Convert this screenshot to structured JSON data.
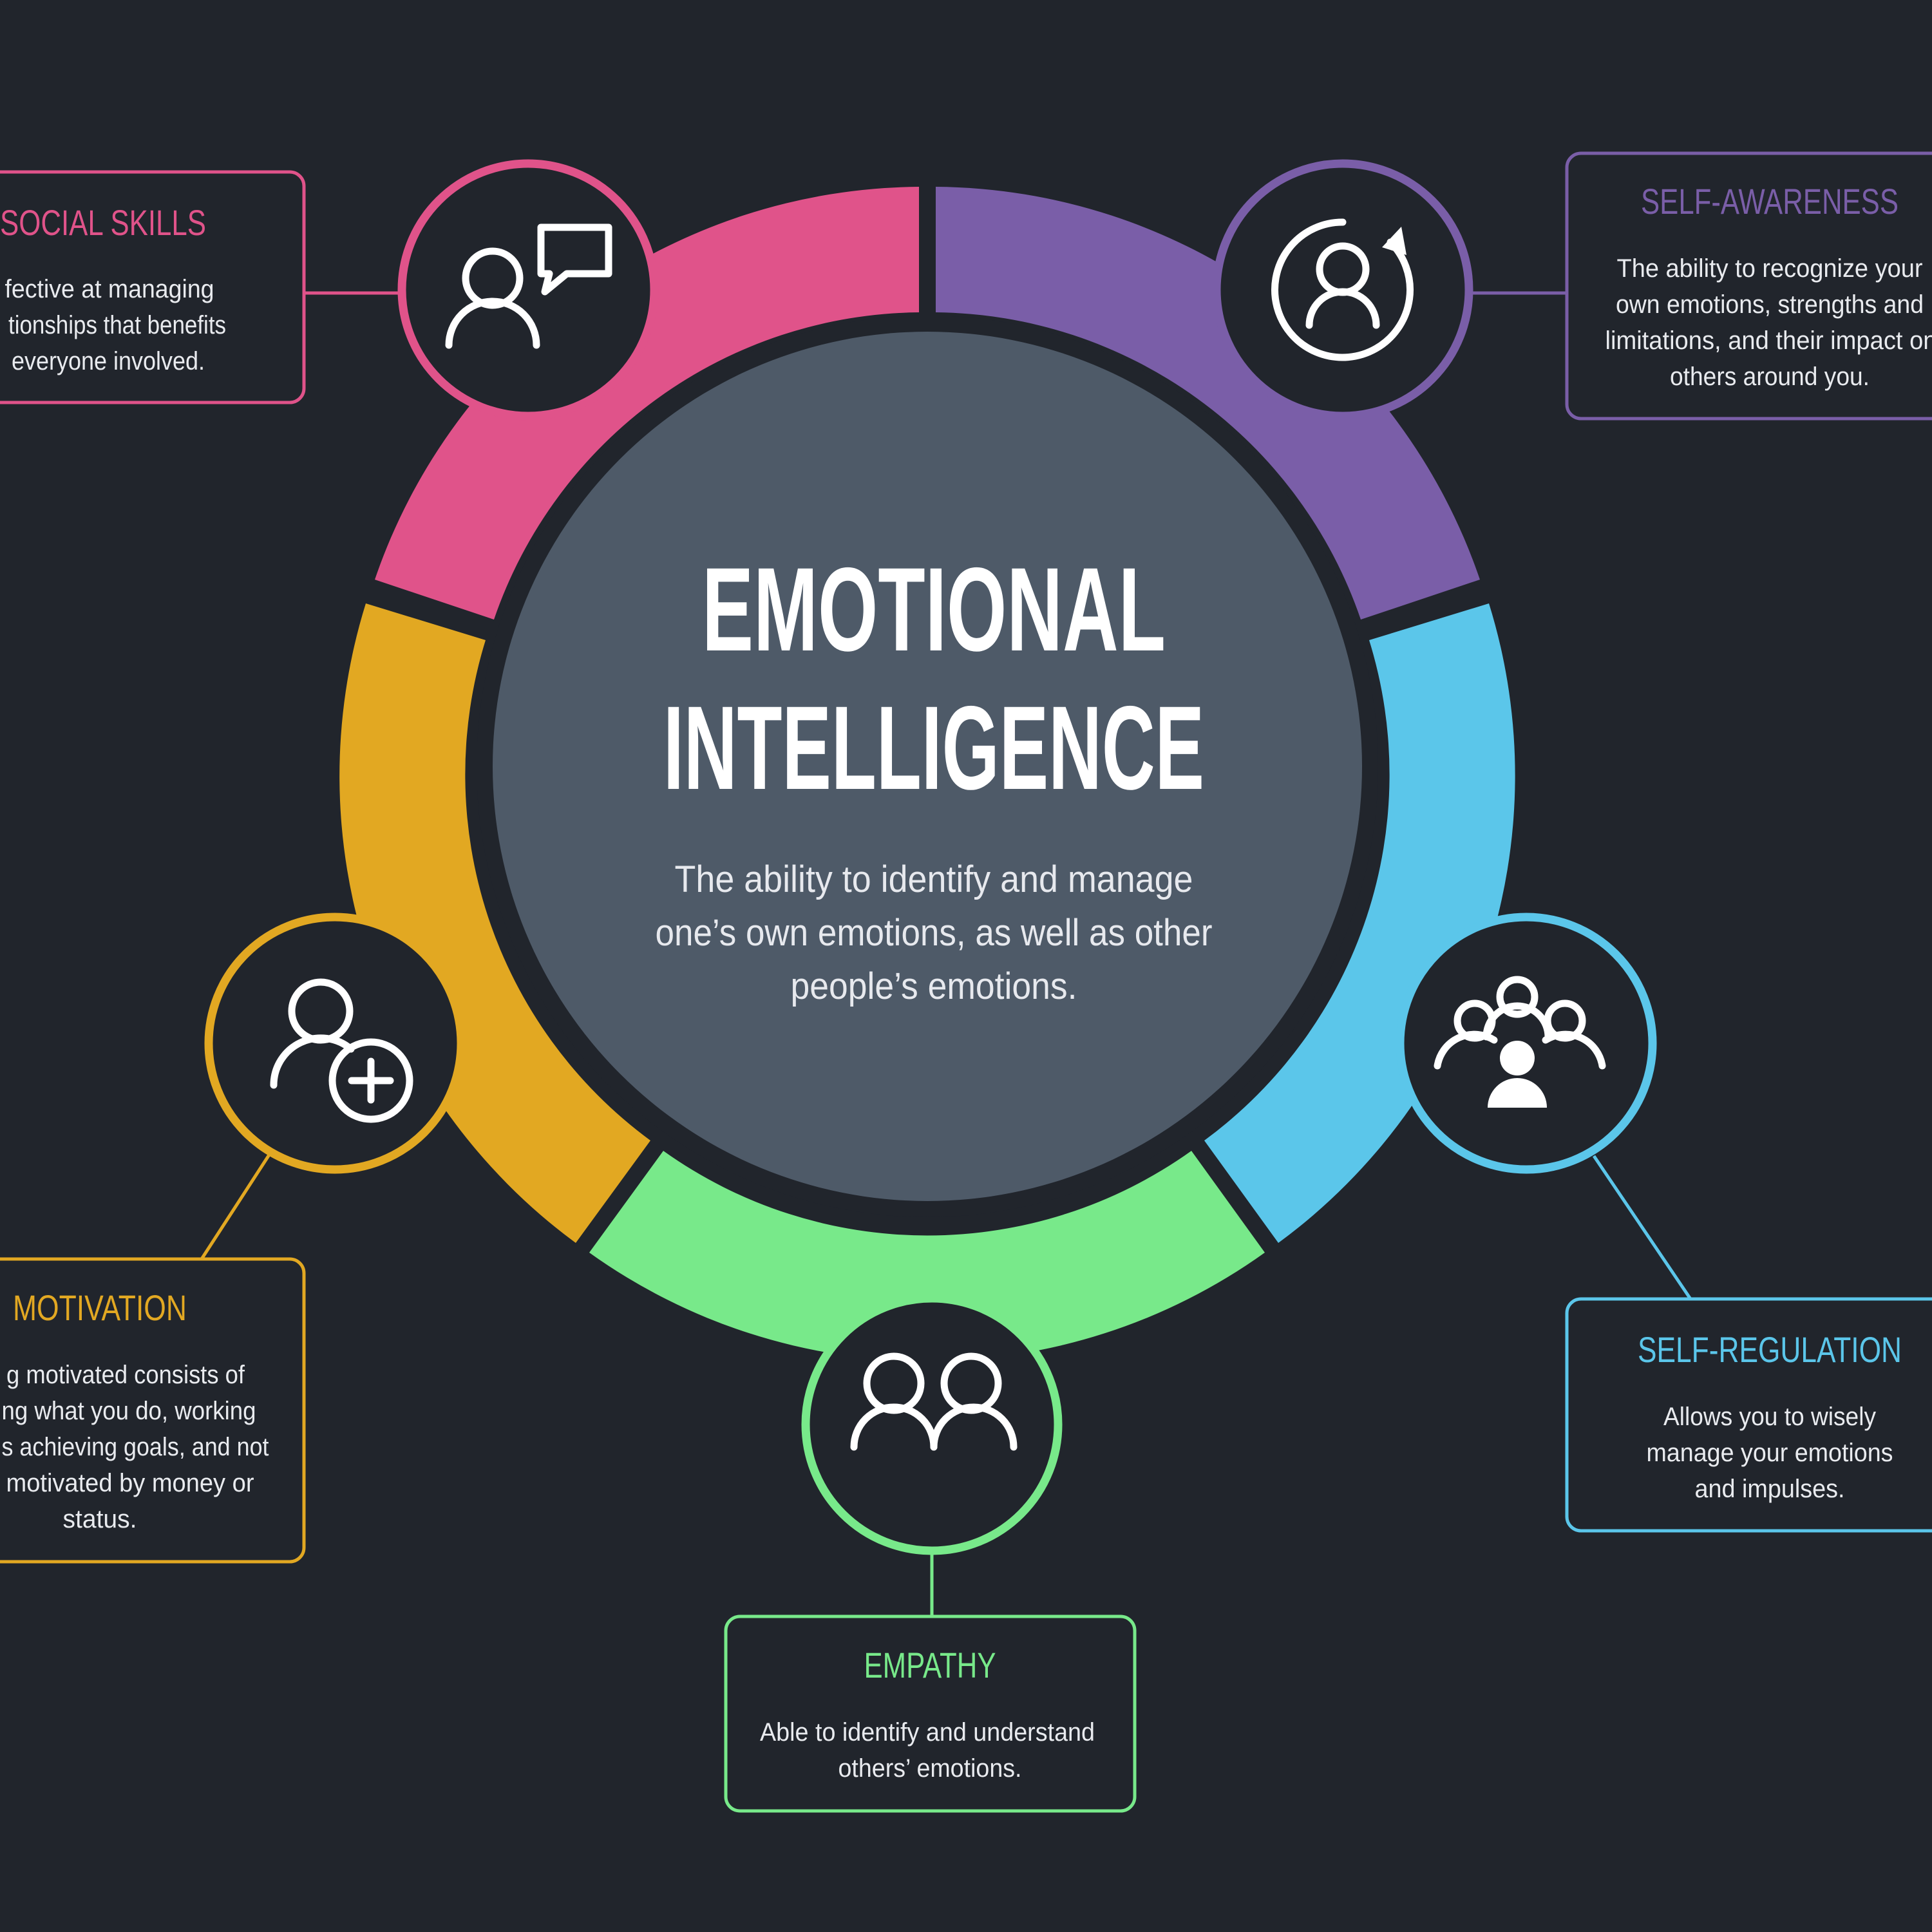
{
  "title": {
    "line1": "EMOTIONAL",
    "line2": "INTELLIGENCE"
  },
  "description": {
    "line1": "The ability to identify and manage",
    "line2": "one’s own emotions, as well as other",
    "line3": "people’s emotions."
  },
  "colors": {
    "background": "#21252c",
    "center_circle": "#4e5a68",
    "social_skills": "#e0538a",
    "self_awareness": "#7a5ea8",
    "self_regulation": "#5bc6ea",
    "empathy": "#78e98a",
    "motivation": "#e2a822"
  },
  "components": {
    "social_skills": {
      "title": "SOCIAL SKILLS",
      "desc": [
        "fective at managing",
        "tionships that benefits",
        "everyone involved."
      ],
      "icon": "person-speech-bubble-icon"
    },
    "self_awareness": {
      "title": "SELF-AWARENESS",
      "desc": [
        "The ability to recognize your",
        "own emotions, strengths and",
        "limitations, and their impact on",
        "others around you."
      ],
      "icon": "person-cycle-arrow-icon"
    },
    "self_regulation": {
      "title": "SELF-REGULATION",
      "desc": [
        "Allows you to wisely",
        "manage your emotions",
        "and impulses."
      ],
      "icon": "group-people-icon"
    },
    "empathy": {
      "title": "EMPATHY",
      "desc": [
        "Able to identify and understand",
        "others’ emotions."
      ],
      "icon": "two-people-icon"
    },
    "motivation": {
      "title": "MOTIVATION",
      "desc": [
        "g motivated consists of",
        "ng what you do, working",
        "s achieving goals, and not",
        "motivated by money or",
        "status."
      ],
      "icon": "person-add-icon"
    }
  }
}
